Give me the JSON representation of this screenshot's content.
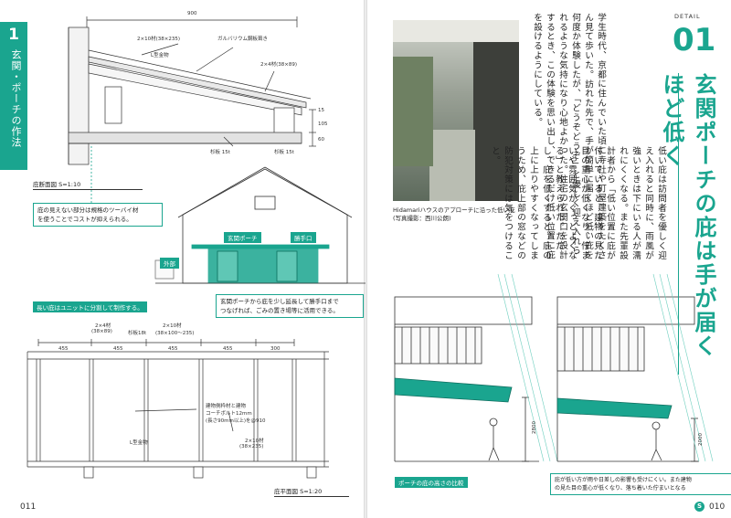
{
  "left_page": {
    "chapter": {
      "number": "1",
      "title": "玄関・ポーチの作法"
    },
    "section_drawing": {
      "dim_top": "900",
      "notes": [
        "2×10材(38×235)",
        "L型金物",
        "ガルバリウム鋼板葺き",
        "2×4材(38×89)",
        "杉板 15t",
        "杉板 15t",
        "15",
        "105",
        "60"
      ],
      "caption": "庇断面図 S=1:10"
    },
    "callout_1": {
      "line1": "庇の見えない部分は規格のツーバイ材",
      "line2": "を使うことでコストが抑えられる。"
    },
    "elevation": {
      "label_porch": "玄関ポーチ",
      "label_back": "勝手口",
      "label_outside": "外部"
    },
    "callout_2": {
      "line1": "玄関ポーチから庇を少し延長して勝手口まで",
      "line2": "つなげれば、ごみの置き場等に活用できる。"
    },
    "green_note": "長い庇はユニットに分割して制作する。",
    "plan_drawing": {
      "top_notes": [
        "2×4材",
        "(38×89)",
        "杉板18t",
        "2×10材",
        "(38×100～235)"
      ],
      "dims": [
        "455",
        "455",
        "455",
        "455",
        "300"
      ],
      "note_bolt": [
        "建物側枠材と建物",
        "コーチボルト12mm",
        "(長さ90mm以上)を@910"
      ],
      "note_lbracket": "L型金物",
      "note_2x10": [
        "2×10材",
        "(38×235)"
      ],
      "caption": "庇平面図 S=1:20"
    },
    "page_number": "011"
  },
  "right_page": {
    "detail_label": "DETAIL",
    "detail_number": "01",
    "headline": "玄関ポーチの庇は手が届くほど低く",
    "body_columns": [
      "学生時代、京都に住んでいた頃に",
      "寺社や町屋建築をたくさん見て歩い",
      "た。",
      "訪れた先で、手が簡単に届くほど",
      "低い庇を何度か体験したが、「どうぞ",
      "どうぞ」と優しく迎え入れられるよ",
      "うな気持になり心地よかった。住宅",
      "の玄関口を設計するとき、この体験",
      "を思い出し、できるだけ低い位置に",
      "庇を設けるようにしている。",
      "低い庇は訪問者を優しく迎え入れ",
      "ると同時に、雨風が強いときは下に",
      "いる人が濡れにくくなる。また先輩",
      "設計者から「低い位置に庇が付いて",
      "いると、建物の見た目の重心が低く",
      "なり、佇まいや雰囲気がぐっとよく",
      "なる」と教えられた。ただし、庇を",
      "低くすると、庇の上に上りやすくな",
      "ってしまうため、庇上部の窓などの",
      "防犯対策には気をつけること。"
    ],
    "photo_caption": {
      "line1": "Hidamariハウスのアプローチに沿った低い庇",
      "line2": "(写真撮影：西川公朗)"
    },
    "sketch_dim_1": "2800",
    "sketch_dim_2": "2000",
    "sketch_label": "ポーチの庇の高さの比較",
    "sketch_callout": {
      "line1": "庇が低い方が雨や日差しの影響も受けにくい。また建物",
      "line2": "の見た目の重心が低くなり、落ち着いた佇まいとなる"
    },
    "page_number": "010"
  },
  "colors": {
    "accent": "#1aa58f",
    "text": "#222222"
  }
}
